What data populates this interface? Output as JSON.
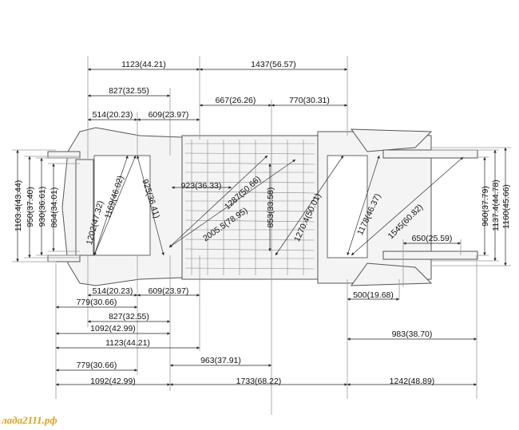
{
  "title": "Body underbody dimensions, mm (inches)",
  "watermark": "лада2111.рф",
  "dimensions": {
    "top": [
      "1123(44.21)",
      "1437(56.57)",
      "827(32.55)",
      "514(20.23)",
      "609(23.97)",
      "667(26.26)",
      "770(30.31)"
    ],
    "bottom": [
      "514(20.23)",
      "609(23.97)",
      "779(30.66)",
      "500(19.68)",
      "827(32.55)",
      "1092(42.99)",
      "983(38.70)",
      "1123(44.21)",
      "779(30.66)",
      "963(37.91)",
      "1092(42.99)",
      "1733(68.22)",
      "1242(48.89)",
      "650(25.59)"
    ],
    "vertical": [
      "1103.4(43.44)",
      "950(37.40)",
      "930(36.61)",
      "864(34.01)",
      "960(37.79)",
      "1137.4(44.78)",
      "1160(45.66)",
      "853(33.58)"
    ],
    "diagonal": [
      "923(36.33)",
      "925(36.41)",
      "1169(46.02)",
      "1202(47.32)",
      "1287(50.66)",
      "2005.5(78.95)",
      "1270.4(50.01)",
      "1178(46.37)",
      "1545(60.82)"
    ]
  }
}
